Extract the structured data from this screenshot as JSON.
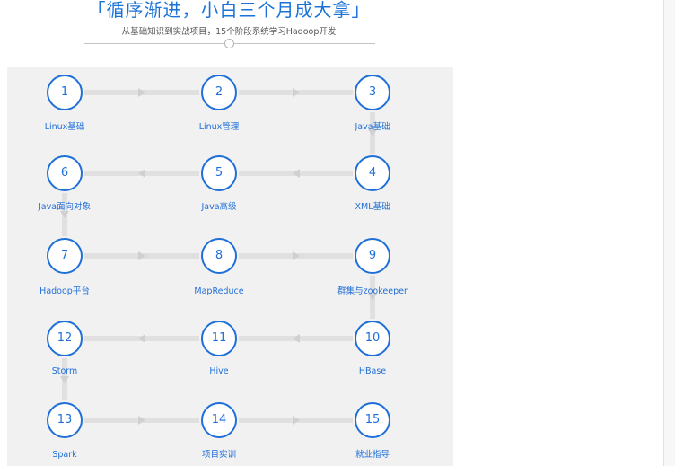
{
  "header": {
    "title": "「循序渐进，小白三个月成大拿」",
    "subtitle": "从基础知识到实战项目，15个阶段系统学习Hadoop开发"
  },
  "steps": [
    {
      "number": "1",
      "label": "Linux基础"
    },
    {
      "number": "2",
      "label": "Linux管理"
    },
    {
      "number": "3",
      "label": "Java基础"
    },
    {
      "number": "4",
      "label": "XML基础"
    },
    {
      "number": "5",
      "label": "Java高级"
    },
    {
      "number": "6",
      "label": "Java面向对象"
    },
    {
      "number": "7",
      "label": "Hadoop平台"
    },
    {
      "number": "8",
      "label": "MapReduce"
    },
    {
      "number": "9",
      "label": "群集与zookeeper"
    },
    {
      "number": "10",
      "label": "HBase"
    },
    {
      "number": "11",
      "label": "Hive"
    },
    {
      "number": "12",
      "label": "Storm"
    },
    {
      "number": "13",
      "label": "Spark"
    },
    {
      "number": "14",
      "label": "项目实训"
    },
    {
      "number": "15",
      "label": "就业指导"
    }
  ],
  "colors": {
    "accent": "#1f6fd8",
    "panel": "#f1f1f1",
    "connector": "#e0e0e0"
  }
}
